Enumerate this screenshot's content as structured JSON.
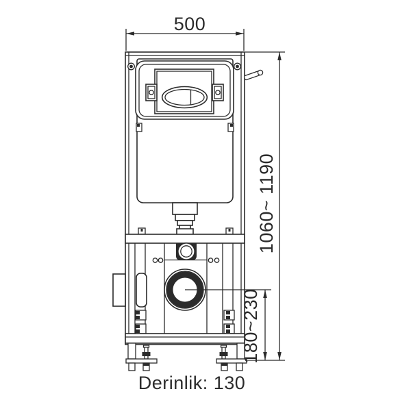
{
  "drawing": {
    "type": "concealed-cistern-installation-frame",
    "view": "front-elevation"
  },
  "dimensions": {
    "width_label": "500",
    "height_label": "1060~ 1190",
    "outlet_height_label": "180~230",
    "depth_label": "Derinlik: 130"
  },
  "colors": {
    "line": "#2b2b2b",
    "background": "#ffffff"
  }
}
